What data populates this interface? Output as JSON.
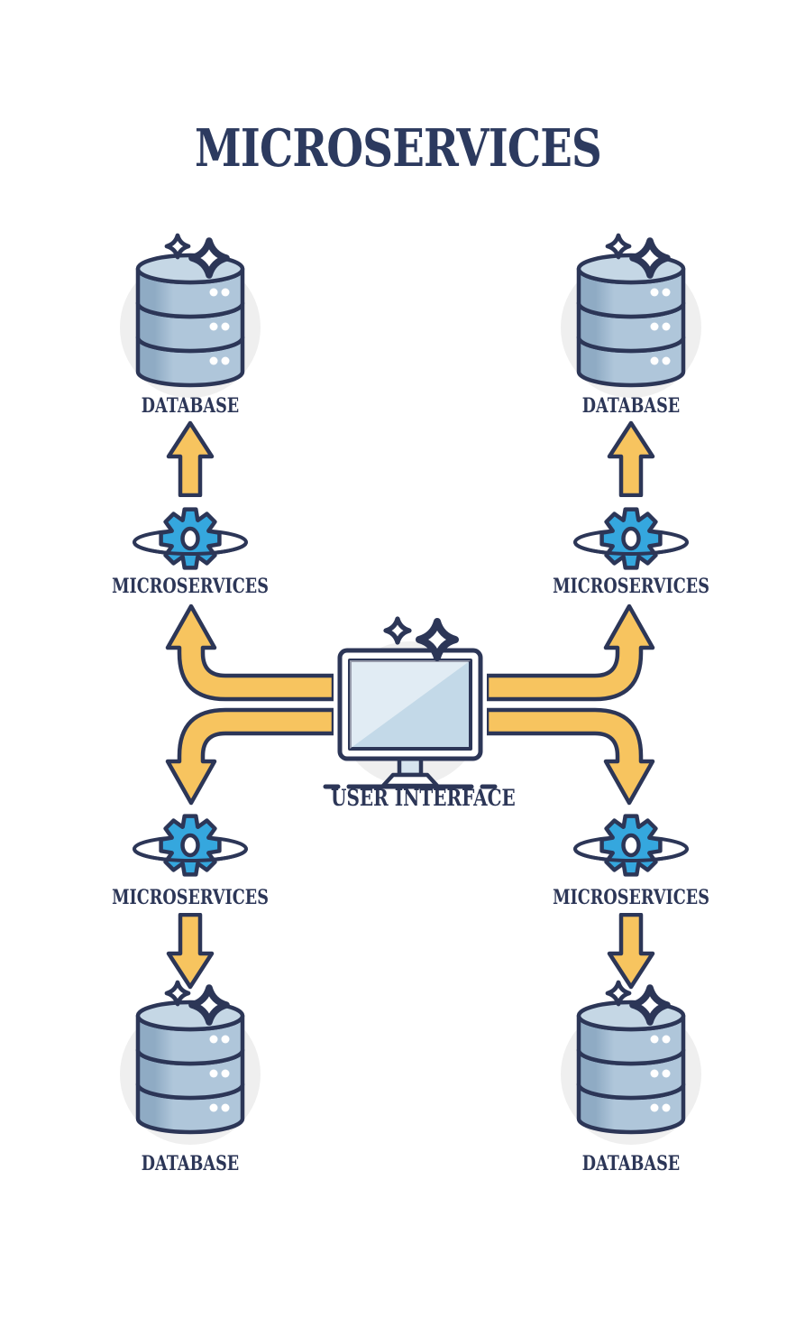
{
  "title": "MICROSERVICES",
  "colors": {
    "outline_navy": "#2c3657",
    "title_navy": "#2c3a5f",
    "arrow_yellow": "#f7c45f",
    "gear_blue": "#35a7de",
    "database_body_blue": "#afc6da",
    "database_top_blue": "#c5d7e5",
    "database_shade_blue": "#8fabc4",
    "screen_blue": "#c3d9e8",
    "circle_background_gray": "#efefef",
    "background": "#ffffff"
  },
  "icons": {
    "database": "database-cylinder-icon",
    "microservice": "gear-orbit-icon",
    "user_interface": "monitor-icon",
    "flow": "curved-yellow-arrow"
  },
  "nodes": {
    "user_interface": {
      "label": "USER INTERFACE"
    },
    "databases": [
      {
        "position": "top-left",
        "label": "DATABASE"
      },
      {
        "position": "top-right",
        "label": "DATABASE"
      },
      {
        "position": "bottom-left",
        "label": "DATABASE"
      },
      {
        "position": "bottom-right",
        "label": "DATABASE"
      }
    ],
    "services": [
      {
        "position": "top-left",
        "label": "MICROSERVICES"
      },
      {
        "position": "top-right",
        "label": "MICROSERVICES"
      },
      {
        "position": "bottom-left",
        "label": "MICROSERVICES"
      },
      {
        "position": "bottom-right",
        "label": "MICROSERVICES"
      }
    ]
  }
}
